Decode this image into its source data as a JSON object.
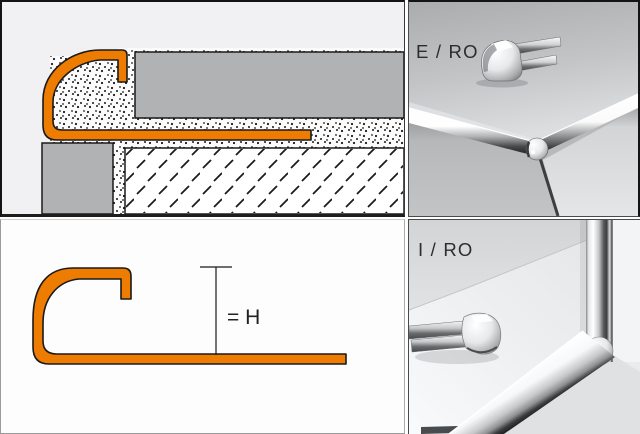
{
  "figure": {
    "panels": {
      "top_left": {
        "id": "installation-cross-section"
      },
      "top_right": {
        "label": "E / RO"
      },
      "bottom_left": {
        "dimension_label": "= H"
      },
      "bottom_right": {
        "label": "I / RO"
      }
    },
    "colors": {
      "profile_orange": "#ee7c00",
      "tile_gray": "#b0b2b4",
      "outline_black": "#1a1a1a",
      "drawing_bg": "#f1f1f3"
    }
  }
}
